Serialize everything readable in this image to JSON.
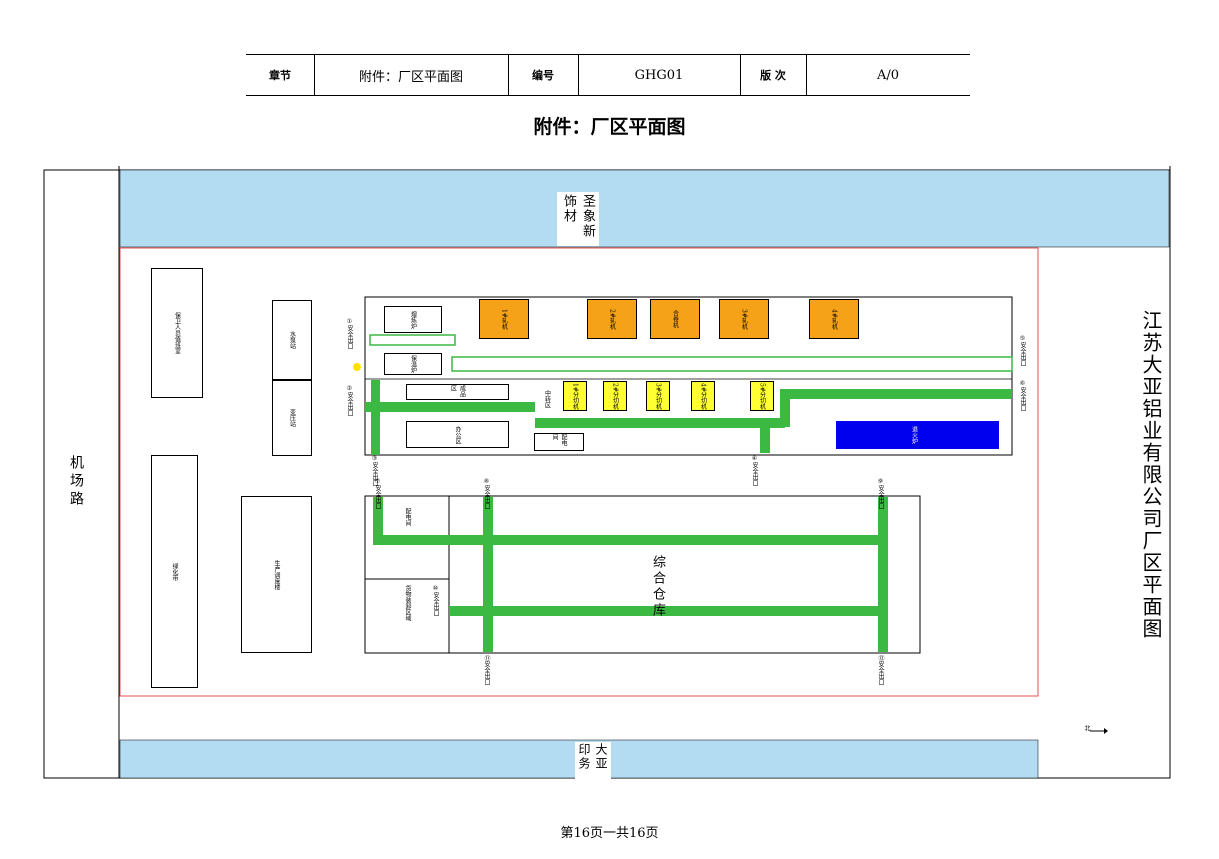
{
  "header": {
    "chapter_label": "章节",
    "chapter_value": "附件：厂区平面图",
    "number_label": "编号",
    "number_value": "GHG01",
    "version_label": "版 次",
    "version_value": "A/0"
  },
  "doc_title": "附件：厂区平面图",
  "plan": {
    "top_neighbor": "圣象新饰材",
    "bottom_neighbor": "大亚印务",
    "left_road": "机场路",
    "company_title": "江苏大亚铝业有限公司厂区平面图",
    "north_label": "北",
    "buildings": {
      "guard": "保卫人员值班室",
      "greenbelt": "绿化带",
      "production_office": "生产调度楼",
      "pump": "水泵站",
      "substation": "变压站",
      "warehouse": "综合仓库",
      "product_area": "成品区",
      "transfer": "中转区",
      "office_area": "办公区",
      "small_room": "配电间",
      "supply_room": "货物装卸区域",
      "blue_area": "退火炉",
      "furnace1": "熔炼炉",
      "furnace2": "保温炉"
    },
    "machines_top": [
      "1#轧机",
      "2#轧机",
      "合卷机",
      "3#轧机",
      "4#轧机"
    ],
    "machines_mid": [
      "1#分切机",
      "2#分切机",
      "3#分切机",
      "4#分切机",
      "5#分切机"
    ],
    "exit_label": "安全出口",
    "exit_numbers": [
      "①",
      "②",
      "③",
      "④",
      "⑤",
      "⑥",
      "⑦",
      "⑧",
      "⑨",
      "⑩",
      "⑪",
      "⑫",
      "⑬"
    ]
  },
  "footer": "第16页一共16页",
  "colors": {
    "neighbor_fill": "#b3dcf2",
    "route_green": "#3cb943",
    "machine_orange": "#f5a219",
    "machine_yellow": "#ffff33",
    "blue_block": "#0000ee",
    "boundary_red": "#e05050"
  }
}
